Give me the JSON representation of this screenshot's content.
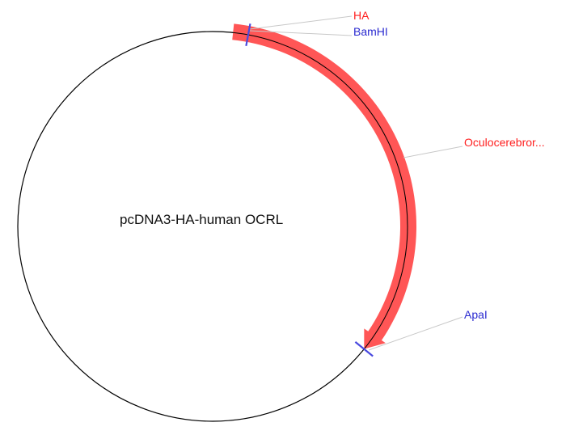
{
  "plasmid": {
    "name": "pcDNA3-HA-human OCRL",
    "backbone_color": "#000000"
  },
  "features": [
    {
      "id": "ocrl",
      "label": "Oculocerebror...",
      "color": "#ff4d4d",
      "label_color": "#ff2020"
    },
    {
      "id": "ha",
      "label": "HA",
      "color": "#ff4d4d",
      "label_color": "#ff2020"
    }
  ],
  "enzymes": [
    {
      "id": "bamhi",
      "label": "BamHI",
      "color": "#4444dd"
    },
    {
      "id": "apai",
      "label": "ApaI",
      "color": "#4444dd"
    }
  ],
  "colors": {
    "leader_line": "#c8c8c8",
    "enzyme_tick": "#4a4adf",
    "feature_fill": "#ff4d4d"
  }
}
